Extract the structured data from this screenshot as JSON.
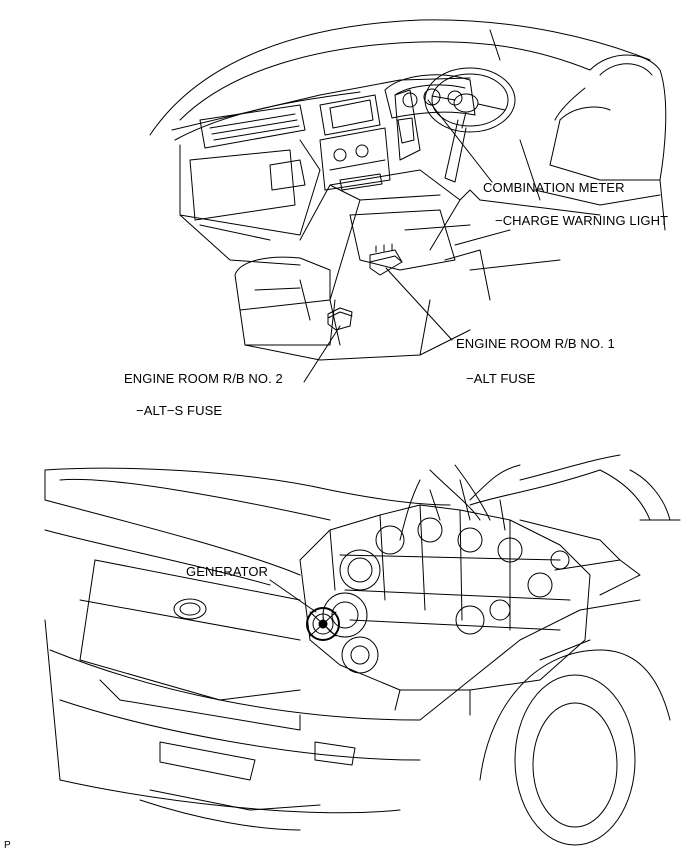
{
  "labels": {
    "combination_meter": "COMBINATION METER",
    "charge_warning_light": "−CHARGE WARNING LIGHT",
    "rb1": "ENGINE ROOM R/B NO. 1",
    "alt_fuse": "−ALT FUSE",
    "rb2": "ENGINE ROOM R/B NO. 2",
    "alts_fuse": "−ALT−S FUSE",
    "generator": "GENERATOR"
  },
  "figure_mark": "P"
}
